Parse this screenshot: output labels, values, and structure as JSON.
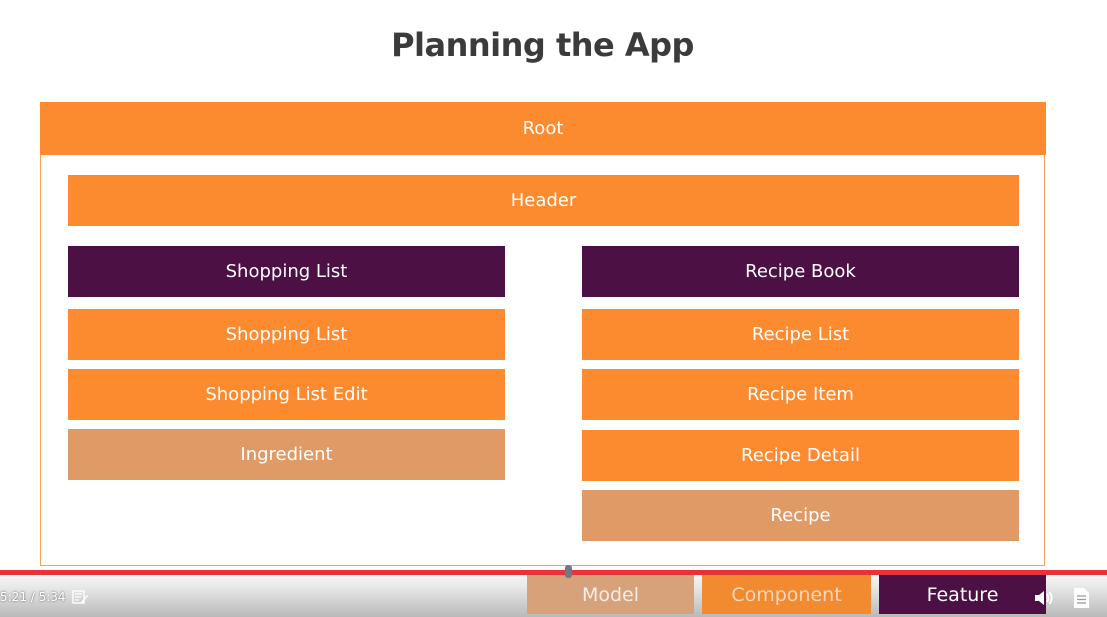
{
  "slide": {
    "title": "Planning the App",
    "root": "Root",
    "header": "Header",
    "left_column": {
      "feature": "Shopping List",
      "components": [
        "Shopping List",
        "Shopping List Edit"
      ],
      "model": "Ingredient"
    },
    "right_column": {
      "feature": "Recipe Book",
      "components": [
        "Recipe List",
        "Recipe Item",
        "Recipe Detail"
      ],
      "model": "Recipe"
    }
  },
  "legend": {
    "model": "Model",
    "component": "Component",
    "feature": "Feature"
  },
  "player": {
    "time_display": "5:21 / 5:34",
    "progress_fraction": 0.513
  },
  "icons": {
    "caption": "caption-icon",
    "volume": "volume-icon",
    "transcript": "transcript-icon"
  },
  "colors": {
    "component": "#fc8a2f",
    "feature": "#4c1044",
    "model": "#e09a65",
    "progress": "#e7323c"
  }
}
